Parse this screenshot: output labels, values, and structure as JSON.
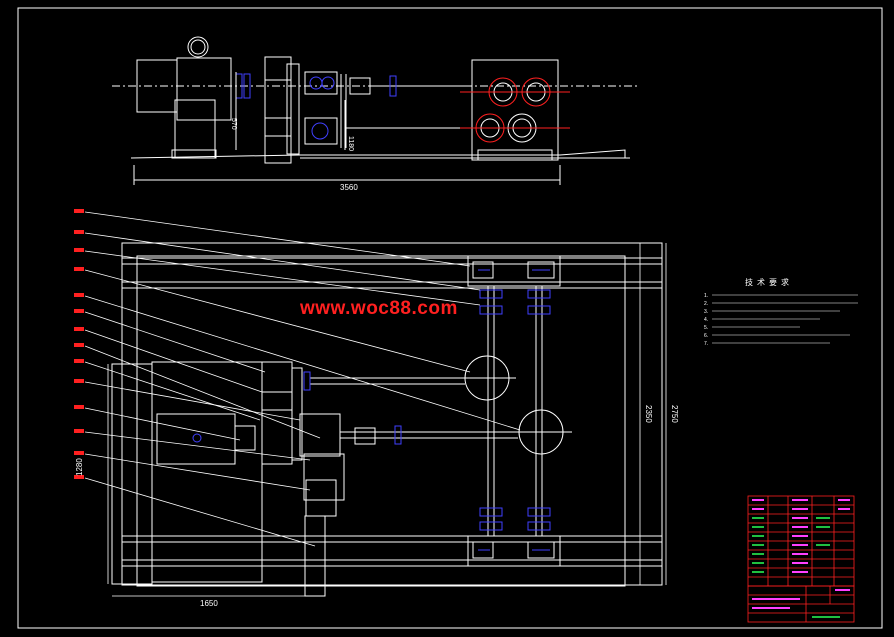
{
  "watermark": "www.woc88.com",
  "dims": {
    "top_width": "3560",
    "top_height_left": "570",
    "top_height_right": "1180",
    "plan_width": "1650",
    "plan_height_inner": "2350",
    "plan_height_outer": "2750",
    "plan_height_small": "1280"
  },
  "tech_title": "技术要求",
  "tech_lines": [
    "1.",
    "2.",
    "3.",
    "4.",
    "5.",
    "6.",
    "7."
  ],
  "title_block": {
    "rows": 10
  },
  "colors": {
    "line": "#ffffff",
    "accent_blue": "#4040ff",
    "accent_red": "#ff2020",
    "accent_green": "#20c040",
    "accent_magenta": "#ff40ff"
  }
}
